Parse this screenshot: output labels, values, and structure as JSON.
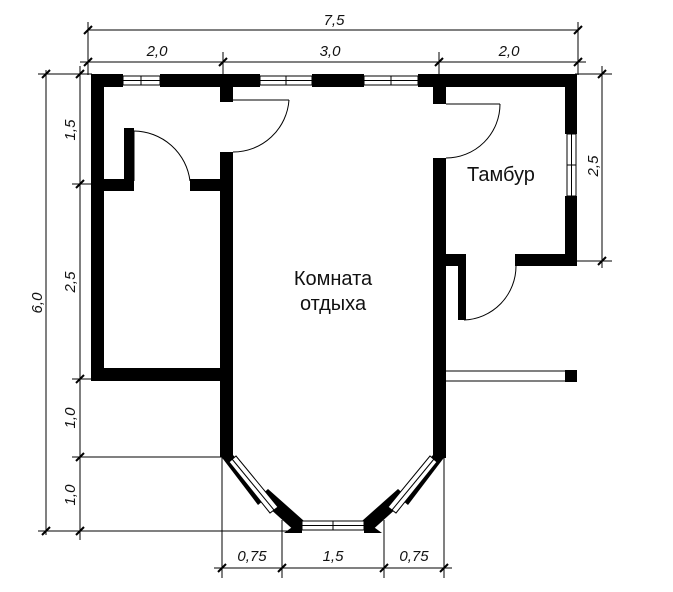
{
  "dimensions": {
    "overall_width": "7,5",
    "top_segments": [
      "2,0",
      "3,0",
      "2,0"
    ],
    "left_height": "6,0",
    "left_segments": [
      "1,5",
      "2,5",
      "1,0",
      "1,0"
    ],
    "right_vestibule_height": "2,5",
    "bottom_segments": [
      "0,75",
      "1,5",
      "0,75"
    ]
  },
  "rooms": {
    "vestibule": "Тамбур",
    "lounge_line1": "Комната",
    "lounge_line2": "отдыха"
  }
}
